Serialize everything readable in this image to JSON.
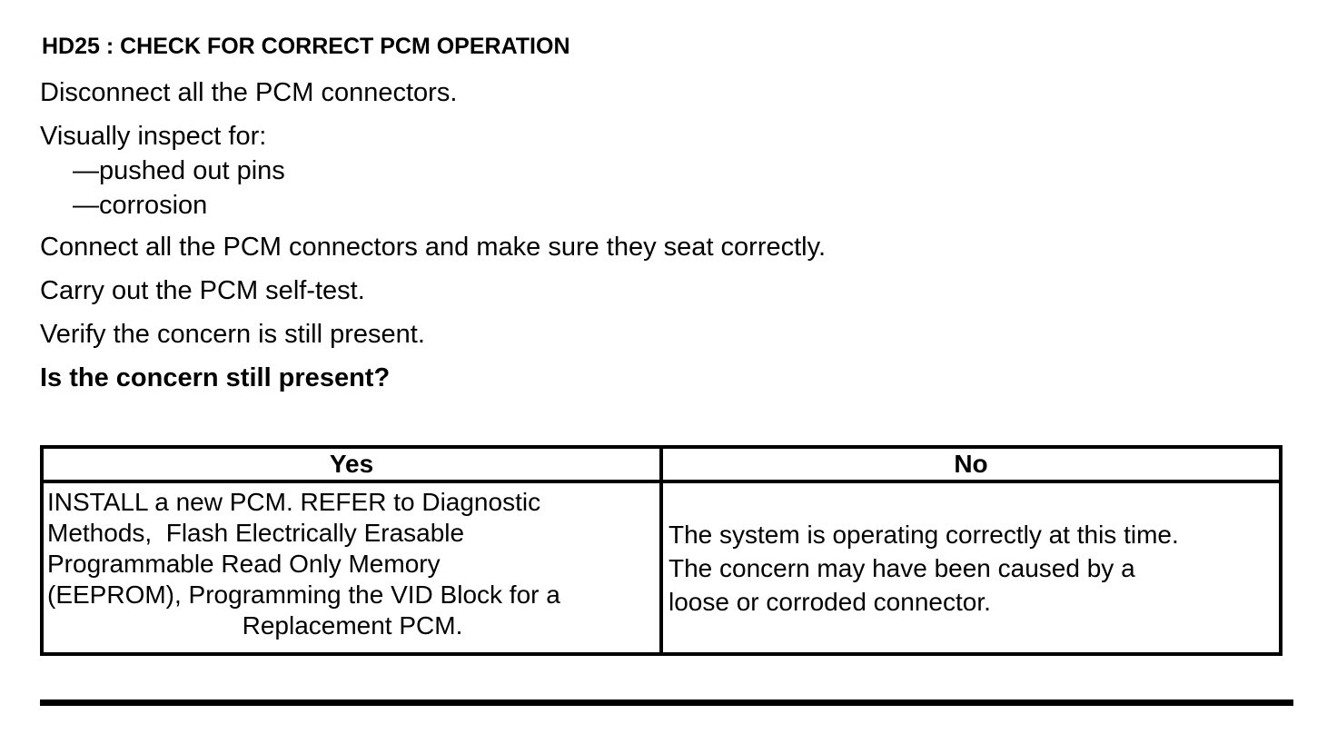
{
  "procedure": {
    "heading": "HD25 : CHECK FOR CORRECT PCM OPERATION",
    "step_disconnect": "Disconnect all the PCM connectors.",
    "step_inspect": "Visually inspect for:",
    "inspect_items": [
      "—pushed out pins",
      "—corrosion"
    ],
    "step_connect": "Connect all the PCM connectors and make sure they seat correctly.",
    "step_selftest": "Carry out the PCM self-test.",
    "step_verify": "Verify the concern is still present.",
    "question": "Is the concern still present?"
  },
  "result_table": {
    "yes_header": "Yes",
    "no_header": "No",
    "yes_lines": [
      "INSTALL a new PCM. REFER to Diagnostic",
      "Methods,  Flash Electrically Erasable",
      "Programmable Read Only Memory",
      "(EEPROM), Programming the VID Block for a",
      "Replacement PCM."
    ],
    "no_lines": [
      "The system is operating correctly at this time.",
      "The concern may have been caused by a",
      "loose or corroded connector."
    ]
  }
}
